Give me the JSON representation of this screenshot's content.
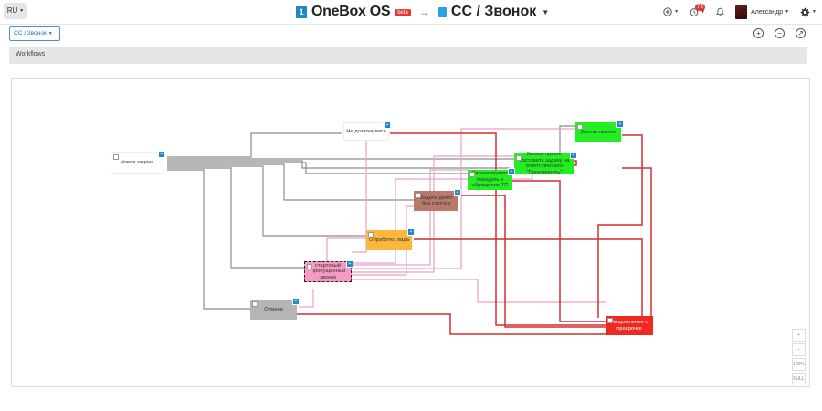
{
  "topbar": {
    "lang": "RU",
    "app_number": "1",
    "app_name": "OneBox OS",
    "beta": "beta",
    "arrow": "→",
    "process_name": "CC / Звонок",
    "notif_count": "73",
    "user_name": "Александр"
  },
  "toolbar": {
    "process_select": "CC / Звонок",
    "tab": "Workflows"
  },
  "nodes": {
    "new_task": "Новая задача",
    "not_reached": "Не дозвонились",
    "call_accepted": "Звонок принят",
    "call_accepted_set_task": "Звонок принят поставить задачу на ответственного \"Перезвонить\"",
    "call_accepted_transfer": "Звонок принят передать в обращение ТП",
    "task_without_status": "Задача долго без статуса",
    "lead_processing": "Обработка лида",
    "start_missed_call": "стартовый Пропущенный звонок",
    "cancel": "Отмена",
    "overdue_notice": "Уведомление о просрочке"
  },
  "zoom": {
    "in": "+",
    "out": "−",
    "percent": "100%",
    "full": "FULL"
  },
  "colors": {
    "gray_line": "#8c8c8c",
    "pink_line": "#e5a3c9",
    "red_line": "#d32f2f",
    "green_node": "#22ee22",
    "orange_node": "#f9b73d",
    "brown_node": "#b97a6e",
    "pink_node": "#f59ac3",
    "gray_node": "#b5b5b5",
    "red_node": "#f0281e"
  }
}
